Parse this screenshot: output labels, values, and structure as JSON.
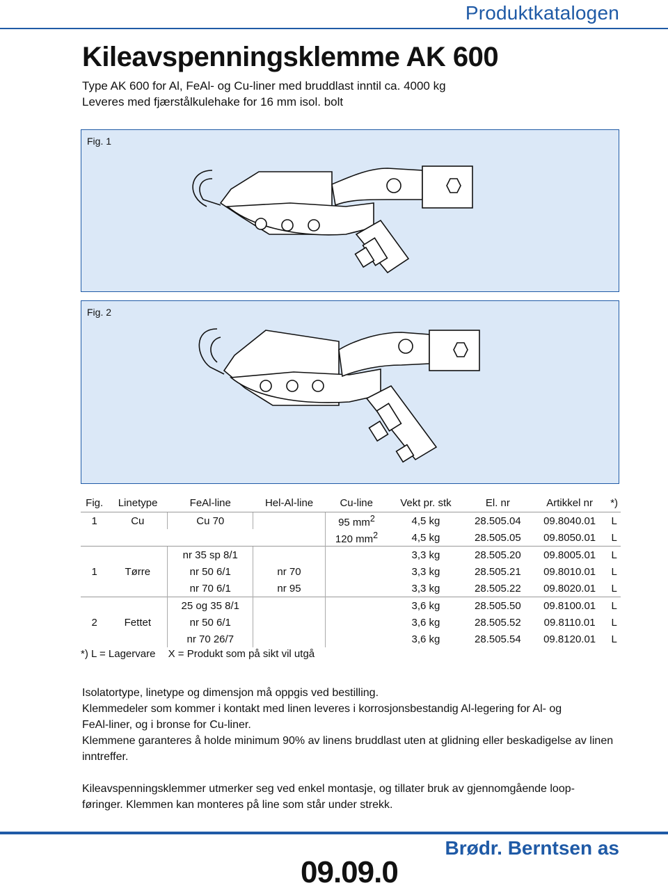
{
  "header": {
    "catalog": "Produktkatalogen"
  },
  "title": "Kileavspenningsklemme AK 600",
  "intro": [
    "Type AK 600 for Al, FeAl- og Cu-liner med bruddlast inntil ca. 4000 kg",
    "Leveres med fjærstålkulehake for 16 mm isol. bolt"
  ],
  "figures": [
    {
      "label": "Fig. 1"
    },
    {
      "label": "Fig. 2"
    }
  ],
  "table": {
    "headers": [
      "Fig.",
      "Linetype",
      "FeAl-line",
      "Hel-Al-line",
      "Cu-line",
      "Vekt pr. stk",
      "El. nr",
      "Artikkel nr",
      "*)"
    ],
    "rows": [
      {
        "fig": "1",
        "linetype": "Cu",
        "feal": "Cu 70",
        "helal": "",
        "cu": "95 mm",
        "vekt": "4,5 kg",
        "elnr": "28.505.04",
        "art": "09.8040.01",
        "note": "L"
      },
      {
        "fig": "",
        "linetype": "",
        "feal": "",
        "helal": "",
        "cu": "120 mm",
        "vekt": "4,5 kg",
        "elnr": "28.505.05",
        "art": "09.8050.01",
        "note": "L"
      },
      {
        "fig": "",
        "linetype": "",
        "feal": "nr 35 sp 8/1",
        "helal": "",
        "cu": "",
        "vekt": "3,3 kg",
        "elnr": "28.505.20",
        "art": "09.8005.01",
        "note": "L"
      },
      {
        "fig": "1",
        "linetype": "Tørre",
        "feal": "nr 50 6/1",
        "helal": "nr 70",
        "cu": "",
        "vekt": "3,3 kg",
        "elnr": "28.505.21",
        "art": "09.8010.01",
        "note": "L"
      },
      {
        "fig": "",
        "linetype": "",
        "feal": "nr 70 6/1",
        "helal": "nr 95",
        "cu": "",
        "vekt": "3,3 kg",
        "elnr": "28.505.22",
        "art": "09.8020.01",
        "note": "L"
      },
      {
        "fig": "",
        "linetype": "",
        "feal": "25 og 35 8/1",
        "helal": "",
        "cu": "",
        "vekt": "3,6 kg",
        "elnr": "28.505.50",
        "art": "09.8100.01",
        "note": "L"
      },
      {
        "fig": "2",
        "linetype": "Fettet",
        "feal": "nr 50 6/1",
        "helal": "",
        "cu": "",
        "vekt": "3,6 kg",
        "elnr": "28.505.52",
        "art": "09.8110.01",
        "note": "L"
      },
      {
        "fig": "",
        "linetype": "",
        "feal": "nr 70 26/7",
        "helal": "",
        "cu": "",
        "vekt": "3,6 kg",
        "elnr": "28.505.54",
        "art": "09.8120.01",
        "note": "L"
      }
    ],
    "sup": "2",
    "legend": [
      "*) L = Lagervare",
      "X = Produkt som på sikt vil utgå"
    ]
  },
  "body": [
    "Isolatortype, linetype og dimensjon må oppgis ved bestilling.",
    "Klemmedeler som kommer i kontakt med linen leveres i korrosjonsbestandig Al-legering for Al- og",
    "FeAl-liner, og i bronse for Cu-liner.",
    "Klemmene garanteres å holde minimum 90% av linens bruddlast uten at glidning eller beskadigelse av linen",
    "inntreffer.",
    "Kileavspenningsklemmer utmerker seg ved enkel montasje, og tillater bruk av gjennomgående loop-",
    "føringer. Klemmen kan monteres på line som står under strekk."
  ],
  "footer": {
    "brand": "Brødr. Berntsen as",
    "code": "09.09.0"
  }
}
